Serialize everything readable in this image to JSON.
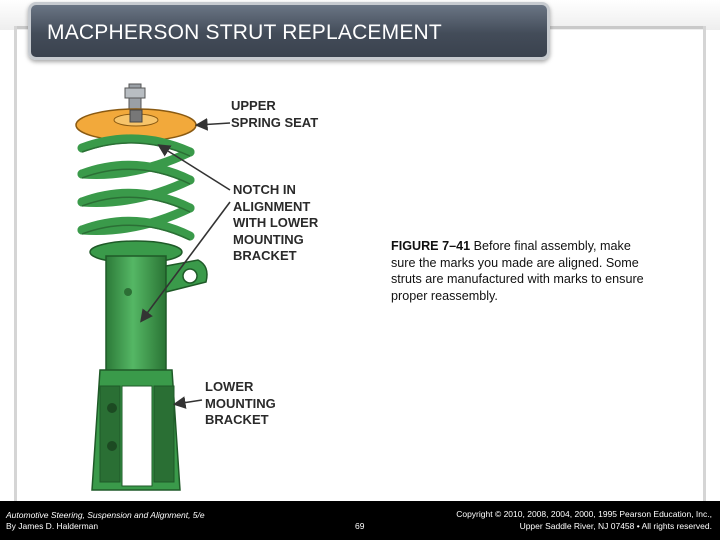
{
  "slide": {
    "title": "MACPHERSON STRUT REPLACEMENT"
  },
  "figure": {
    "labels": {
      "upper_spring_seat": "UPPER\nSPRING SEAT",
      "notch": "NOTCH IN\nALIGNMENT\nWITH LOWER\nMOUNTING\nBRACKET",
      "lower_bracket": "LOWER\nMOUNTING\nBRACKET"
    },
    "colors": {
      "strut_green": "#3a9a4a",
      "spring_seat_orange": "#f2a93b",
      "arrow": "#333333"
    }
  },
  "caption": {
    "figure_id": "FIGURE 7–41",
    "text": " Before final assembly, make sure the marks you made are aligned. Some struts are manufactured with marks to ensure proper reassembly."
  },
  "footer": {
    "book_title": "Automotive Steering, Suspension and Alignment, 5/e",
    "author": "By James D. Halderman",
    "page_number": "69",
    "copyright_line1": "Copyright © 2010, 2008, 2004, 2000, 1995 Pearson Education, Inc.,",
    "copyright_line2": "Upper Saddle River, NJ 07458 • All rights reserved."
  }
}
